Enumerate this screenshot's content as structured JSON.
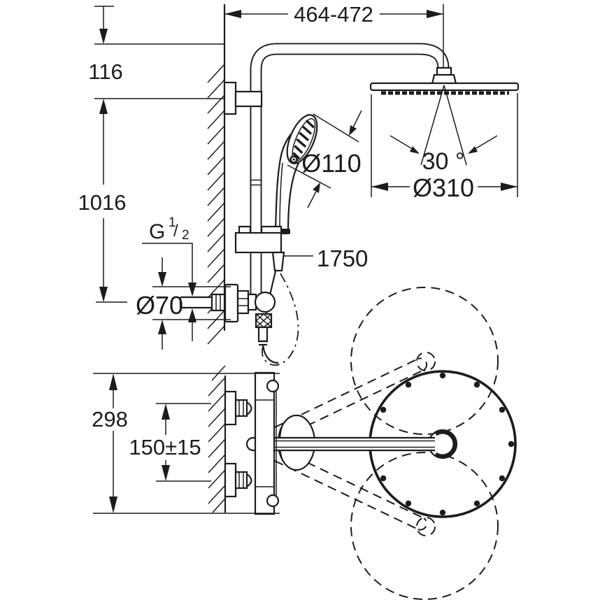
{
  "page": {
    "background": "#ffffff",
    "line_color": "#1c1c1c",
    "drawing_type": "shower-system-dimensional-drawing"
  },
  "labels": {
    "top_width": "464-472",
    "bracket_height": "116",
    "rail_height": "1016",
    "thread_g": "G",
    "thread_numerator": "1",
    "thread_slash": "/",
    "thread_denominator": "2",
    "escutcheon_diameter": "Ø70",
    "hose_length": "1750",
    "hand_shower_diameter": "Ø110",
    "spray_angle": "30 °",
    "head_shower_diameter": "Ø310",
    "projection_depth": "298",
    "inlet_spacing": "150±15"
  }
}
